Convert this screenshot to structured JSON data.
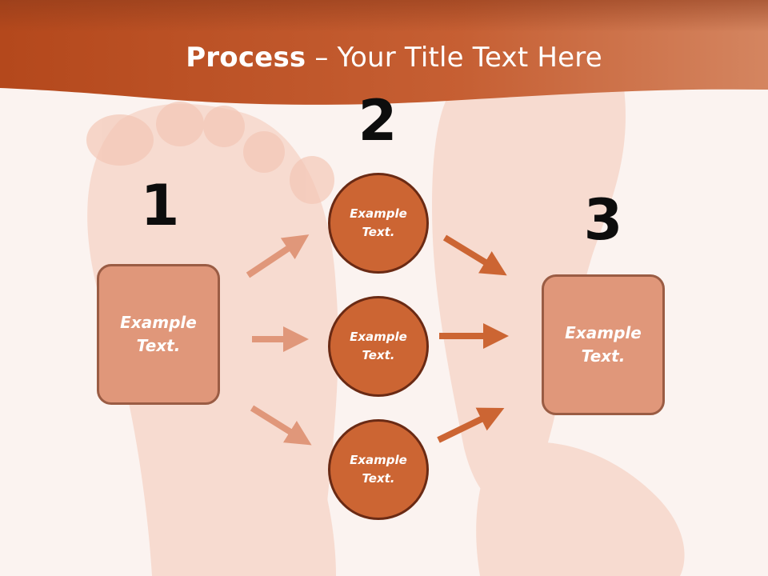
{
  "title": {
    "bold": "Process",
    "rest": " – Your Title Text Here"
  },
  "steps": {
    "one": "1",
    "two": "2",
    "three": "3"
  },
  "left_box": "Example Text.",
  "right_box": "Example Text.",
  "circles": [
    "Example Text.",
    "Example Text.",
    "Example Text."
  ],
  "colors": {
    "header_dark": "#a9461f",
    "header_light": "#d0774f",
    "box_fill": "#e0977a",
    "box_border": "#9a5c44",
    "circle_fill": "#cc6533",
    "circle_border": "#6a2a14",
    "arrow_light": "#e0977a",
    "arrow_dark": "#cc6533",
    "background": "#fbf3f0"
  }
}
